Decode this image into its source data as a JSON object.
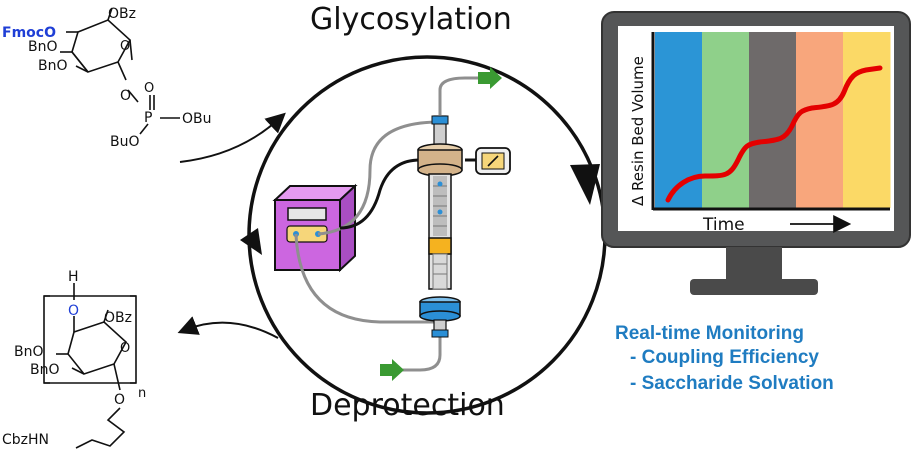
{
  "title_top": "Glycosylation",
  "title_bottom": "Deprotection",
  "monitor": {
    "title": "Real-time Monitoring",
    "items": [
      "- Coupling Efficiency",
      "- Saccharide Solvation"
    ],
    "chart": {
      "ylabel": "Δ Resin Bed Volume",
      "xlabel": "Time",
      "band_colors": [
        "#2b95d6",
        "#8fd08a",
        "#6e6a6a",
        "#f8a67c",
        "#fbd966"
      ],
      "line_color": "#e40000"
    }
  },
  "donor": {
    "fmoc_label": "FmocO",
    "labels": [
      "OBz",
      "BnO",
      "BnO",
      "O",
      "O",
      "P",
      "O",
      "OBu",
      "BuO"
    ]
  },
  "product": {
    "labels": [
      "H",
      "O",
      "OBz",
      "BnO",
      "BnO",
      "O",
      "O",
      "n",
      "CbzHN"
    ]
  },
  "colors": {
    "fmoc_blue": "#1f3fd6",
    "monitor_blue": "#1f7cc1",
    "arrow_green": "#3a9a32",
    "pump_purple": "#cc66e0",
    "column_tan": "#d4b38a",
    "column_blue": "#2b8fd6"
  }
}
